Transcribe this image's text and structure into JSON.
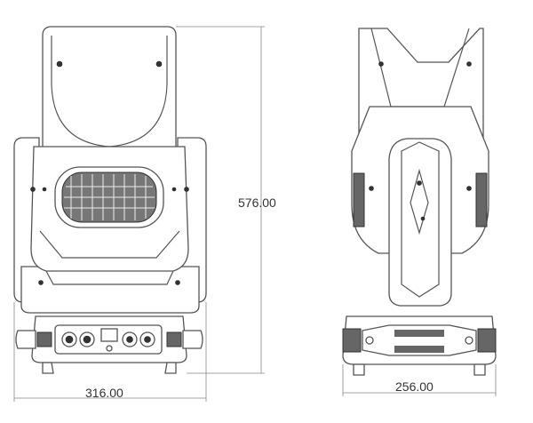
{
  "dimensions": {
    "height_label": "576.00",
    "front_width_label": "316.00",
    "side_width_label": "256.00"
  },
  "views": [
    "front-view",
    "side-view"
  ]
}
